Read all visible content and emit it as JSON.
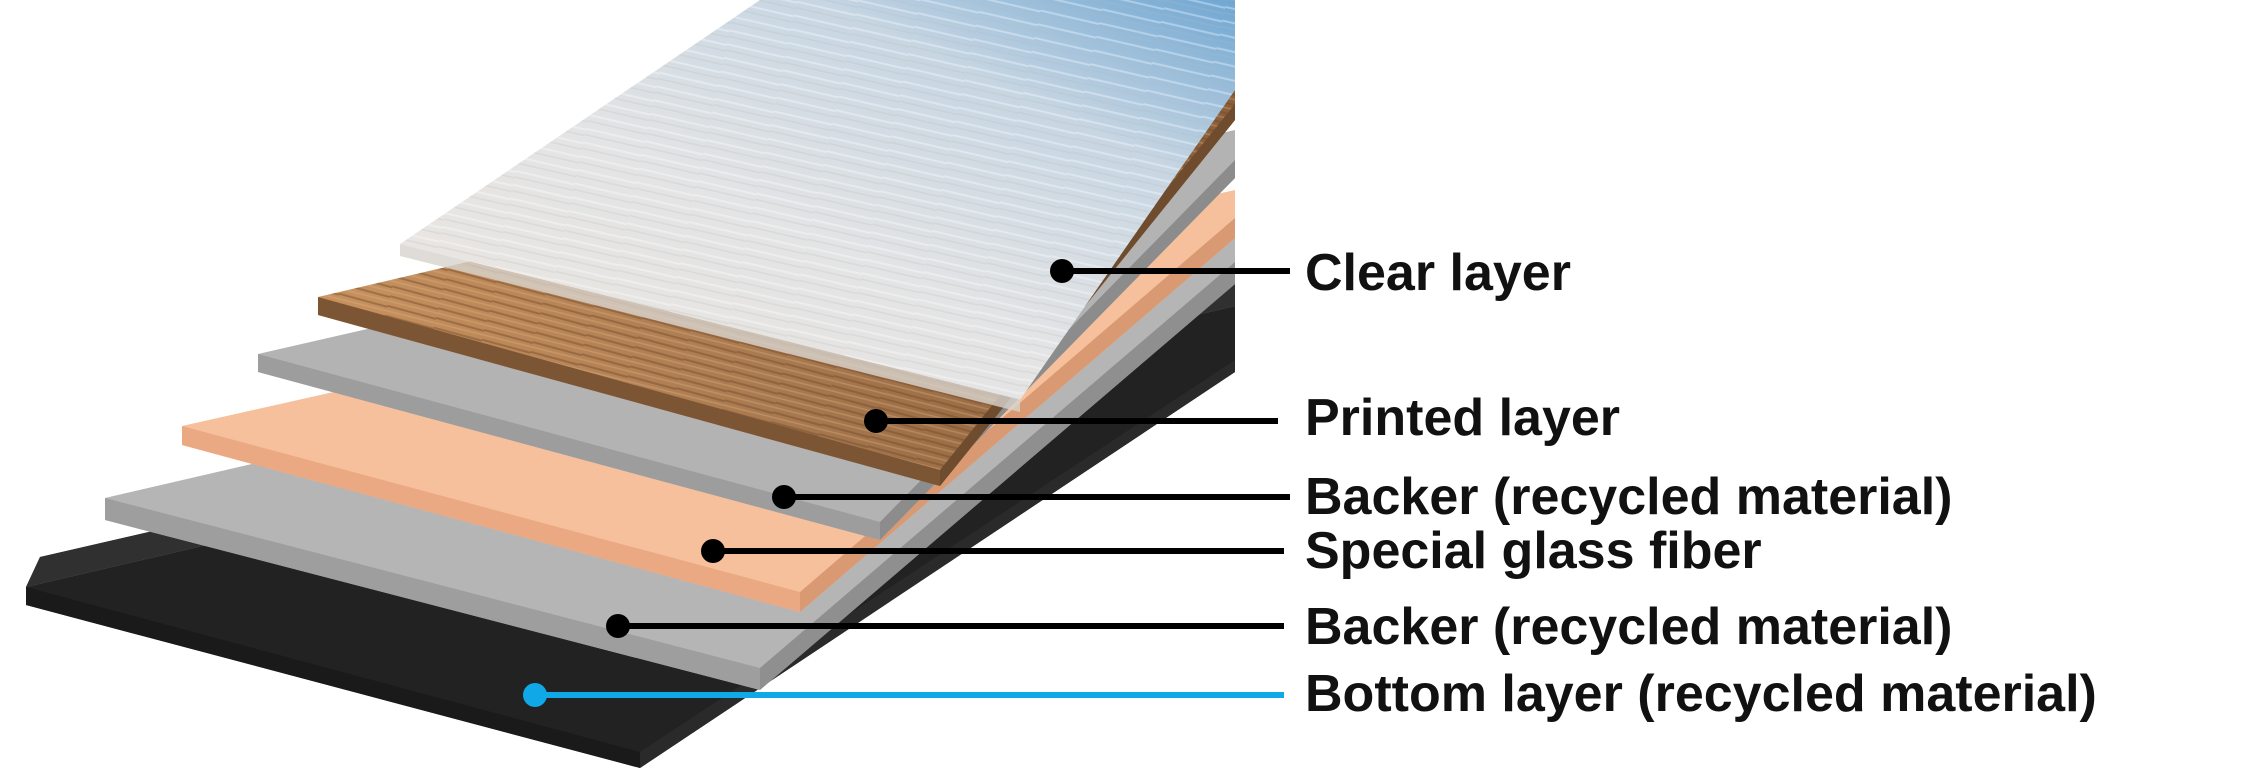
{
  "diagram": {
    "layers": [
      {
        "id": "clear",
        "label": "Clear layer",
        "color": "#dfe6ec",
        "leader_color": "#000000"
      },
      {
        "id": "printed",
        "label": "Printed layer",
        "color": "#b98a5c",
        "leader_color": "#000000"
      },
      {
        "id": "backer-top",
        "label": "Backer (recycled material)",
        "color": "#b3b3b3",
        "leader_color": "#000000"
      },
      {
        "id": "glass-fiber",
        "label": "Special glass fiber",
        "color": "#f6bf9a",
        "leader_color": "#000000"
      },
      {
        "id": "backer-bottom",
        "label": "Backer (recycled material)",
        "color": "#b0b0b0",
        "leader_color": "#000000"
      },
      {
        "id": "bottom",
        "label": "Bottom layer (recycled material)",
        "color": "#2f2f2f",
        "leader_color": "#10a8e6"
      }
    ]
  }
}
